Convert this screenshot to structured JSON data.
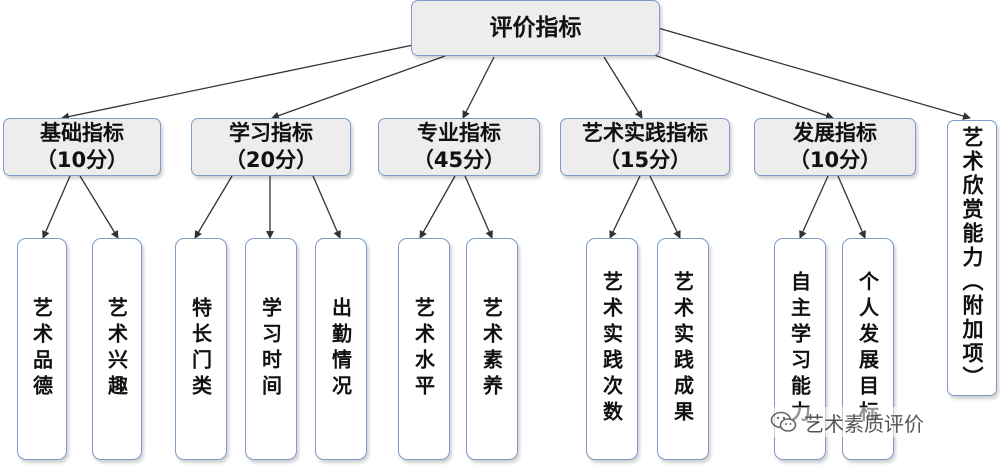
{
  "root": "评价指标",
  "categories": [
    {
      "name": "基础指标",
      "score": "（10分）",
      "items": [
        "艺术品德",
        "艺术兴趣"
      ]
    },
    {
      "name": "学习指标",
      "score": "（20分）",
      "items": [
        "特长门类",
        "学习时间",
        "出勤情况"
      ]
    },
    {
      "name": "专业指标",
      "score": "（45分）",
      "items": [
        "艺术水平",
        "艺术素养"
      ]
    },
    {
      "name": "艺术实践指标",
      "score": "（15分）",
      "items": [
        "艺术实践次数",
        "艺术实践成果"
      ]
    },
    {
      "name": "发展指标",
      "score": "（10分）",
      "items": [
        "自主学习能力",
        "个人发展目标"
      ]
    }
  ],
  "extra": "艺术欣赏能力（附加项）",
  "watermark": "艺术素质评价",
  "colors": {
    "border": "#7f9cc6",
    "fill": "#ededed",
    "line": "#333333"
  }
}
